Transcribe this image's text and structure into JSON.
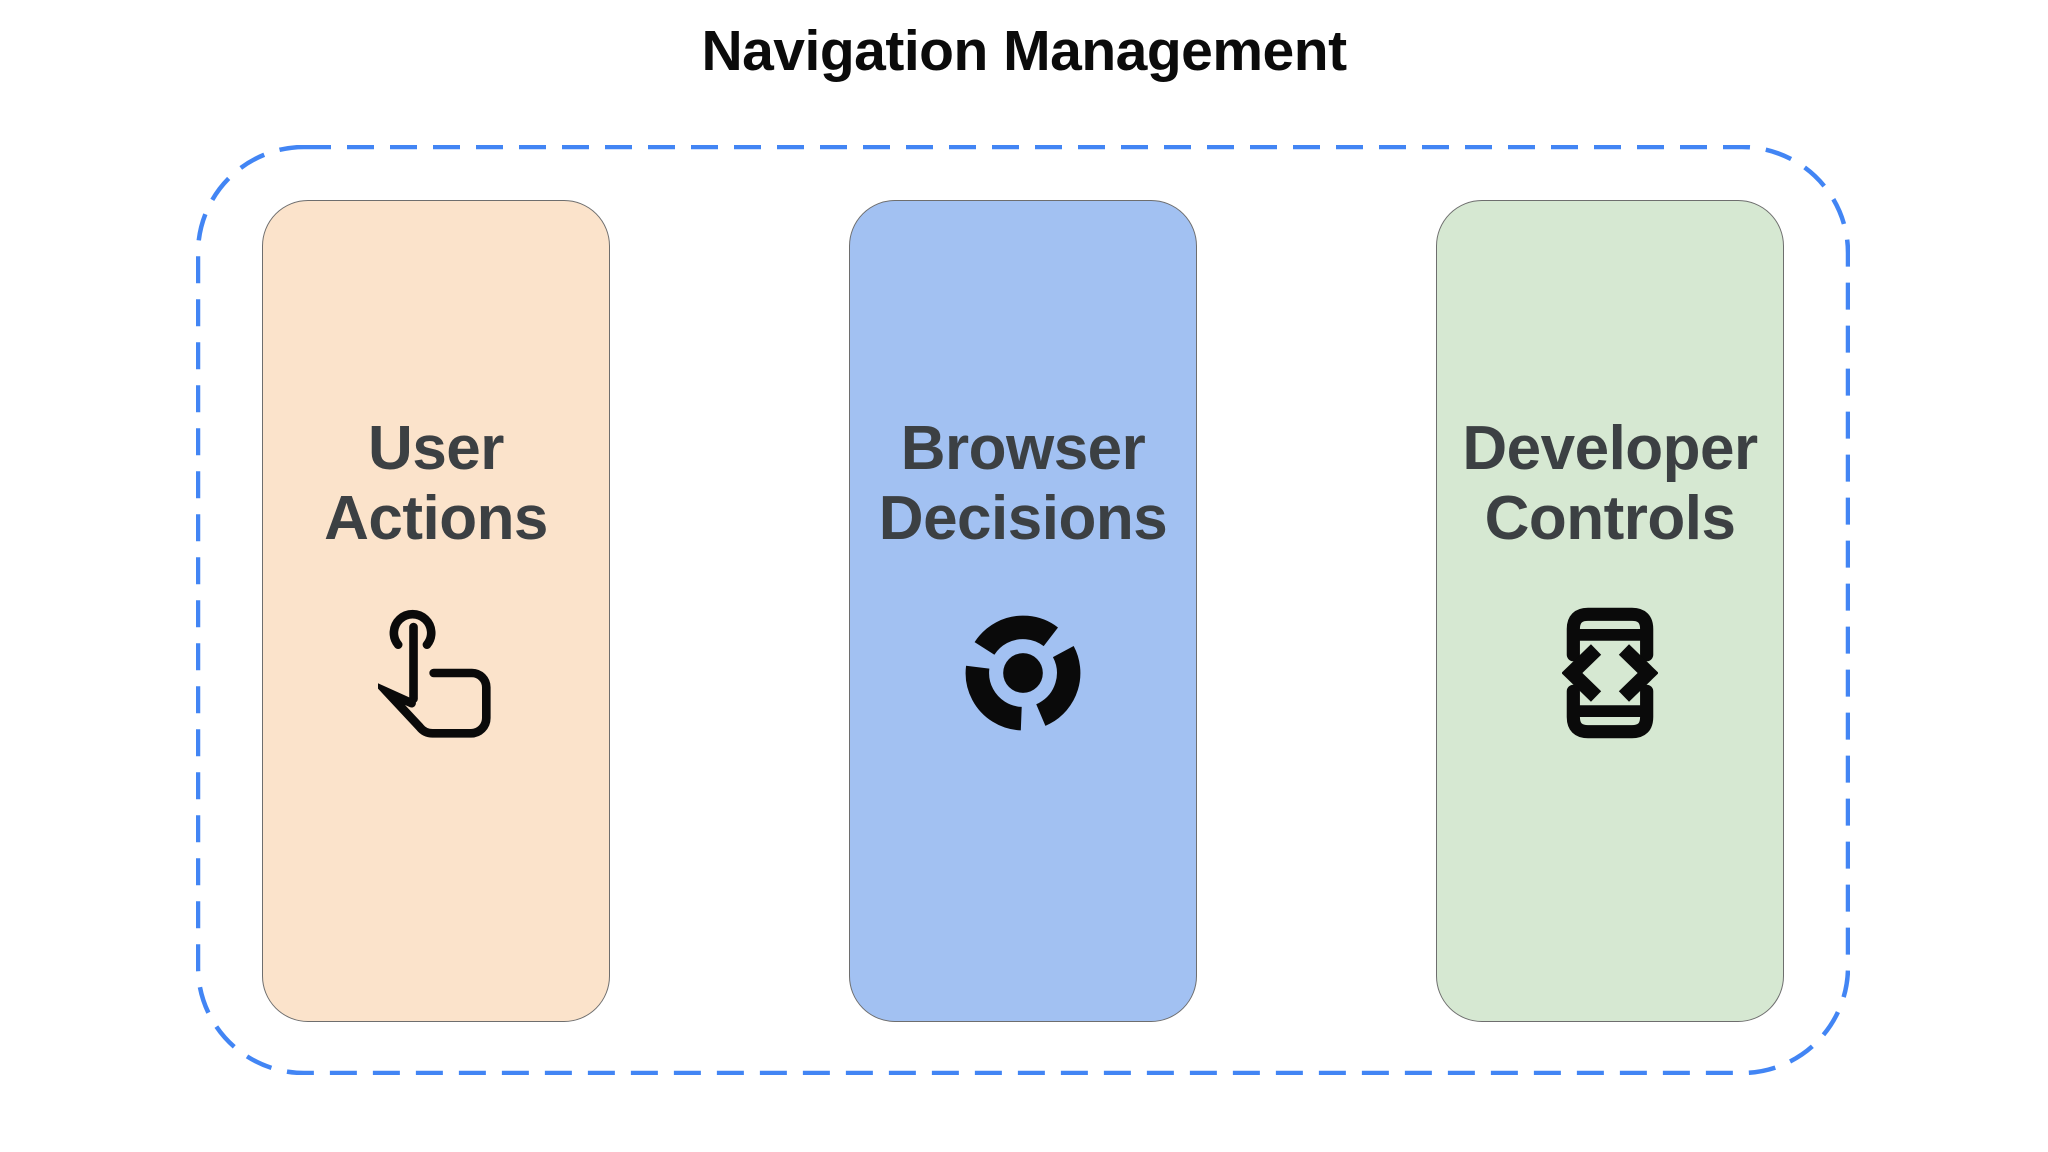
{
  "title": "Navigation Management",
  "colors": {
    "background": "#FFFFFF",
    "group_border": "#4285F4",
    "card_border": "#6E6E6E",
    "label_text": "#3C4043",
    "title_text": "#0B0B0B",
    "icon": "#0A0A0A"
  },
  "diagram": {
    "group_name": "navigation-management-group",
    "cards": [
      {
        "name": "user-actions",
        "lines": [
          "User",
          "Actions"
        ],
        "icon": "touch-gesture-icon",
        "bg": "#FBE3CB"
      },
      {
        "name": "browser-decisions",
        "lines": [
          "Browser",
          "Decisions"
        ],
        "icon": "chrome-browser-icon",
        "bg": "#A2C1F2"
      },
      {
        "name": "developer-controls",
        "lines": [
          "Developer",
          "Controls"
        ],
        "icon": "developer-mode-icon",
        "bg": "#D6E8D2"
      }
    ]
  }
}
